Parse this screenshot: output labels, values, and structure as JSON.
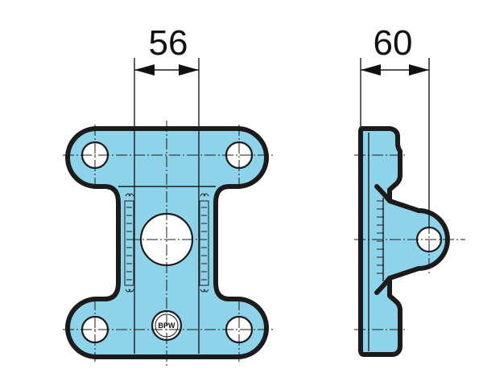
{
  "diagram": {
    "front_view": {
      "dimension_label": "56",
      "logo_text": "BPW"
    },
    "side_view": {
      "dimension_label": "60"
    },
    "colors": {
      "part_fill": "#8fd3ea",
      "outline": "#1b1b1b",
      "background": "#ffffff"
    }
  }
}
